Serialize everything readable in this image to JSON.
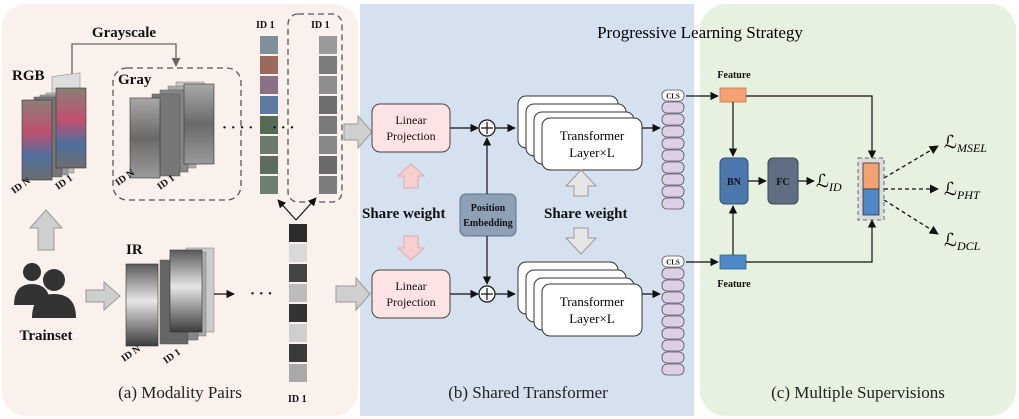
{
  "panels": {
    "a_caption": "(a) Modality Pairs",
    "b_caption": "(b) Shared Transformer",
    "c_caption": "(c) Multiple Supervisions",
    "c_title": "Progressive Learning Strategy"
  },
  "modality": {
    "grayscale": "Grayscale",
    "rgb": "RGB",
    "gray": "Gray",
    "ir": "IR",
    "trainset": "Trainset",
    "id_n": "ID N",
    "id_1": "ID 1",
    "dots": "· · · ·",
    "dots_short": "· · ·"
  },
  "transformer": {
    "linear_projection": [
      "Linear",
      "Projection"
    ],
    "share_weight": "Share weight",
    "position_embedding": [
      "Position",
      "Embedding"
    ],
    "transformer_layer": [
      "Transformer",
      "Layer×L"
    ],
    "cls": "CLS"
  },
  "supervision": {
    "feature": "Feature",
    "bn": "BN",
    "fc": "FC",
    "loss_id": "ID",
    "loss_msel": "MSEL",
    "loss_pht": "PHT",
    "loss_dcl": "DCL",
    "loss_symbol": "ℒ"
  },
  "colors": {
    "panel_a_bg": "#fbf1ec",
    "panel_b_bg": "#d5e1ef",
    "panel_c_bg": "#e7f1df",
    "linear_fill": "#fde3e3",
    "pos_emb_fill": "#8ea0b6",
    "token_fill": "#ddd0e6",
    "feature_orange": "#f4a273",
    "feature_blue": "#4e88c7",
    "bn_fill": "#4c78ad",
    "fc_fill": "#5f6e83"
  }
}
